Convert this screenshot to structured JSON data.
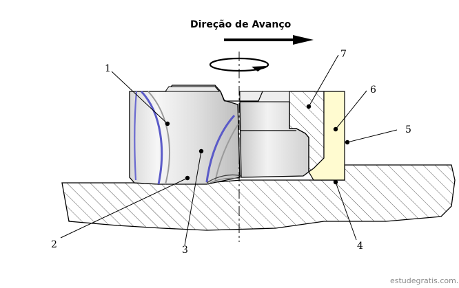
{
  "header": {
    "title": "Direção de Avanço"
  },
  "callouts": [
    {
      "id": "1",
      "label": "1"
    },
    {
      "id": "2",
      "label": "2"
    },
    {
      "id": "3",
      "label": "3"
    },
    {
      "id": "4",
      "label": "4"
    },
    {
      "id": "5",
      "label": "5"
    },
    {
      "id": "6",
      "label": "6"
    },
    {
      "id": "7",
      "label": "7"
    }
  ],
  "footer": {
    "watermark": "estudegratis.com.br"
  },
  "colors": {
    "outline": "#000000",
    "hatch": "#555555",
    "flute": "#6a6ad0",
    "insert": "#fffbd0",
    "cutter_body": "#f4f4f4",
    "shading_dark": "#b8b8b8"
  }
}
